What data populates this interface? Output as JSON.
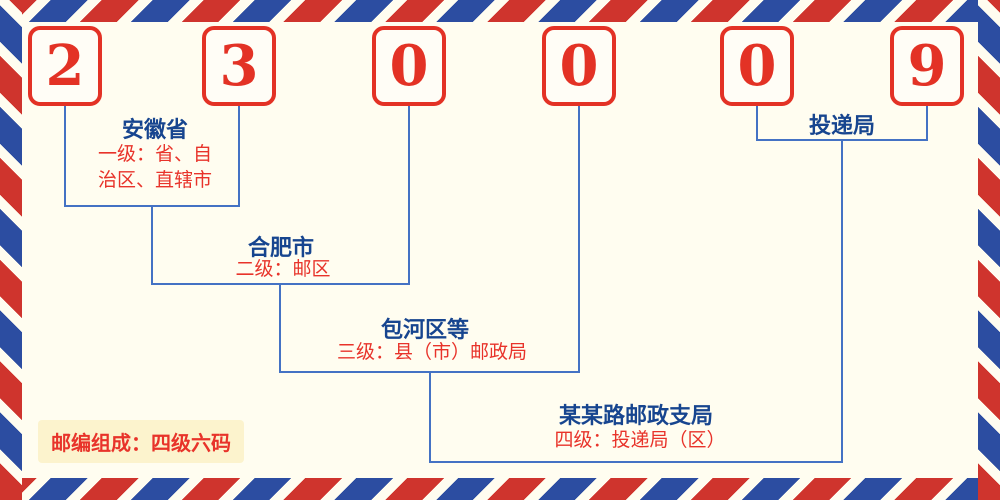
{
  "postal_code": {
    "digits": [
      "2",
      "3",
      "0",
      "0",
      "0",
      "9"
    ]
  },
  "levels": [
    {
      "name": "安徽省",
      "desc": "一级：省、自\n治区、直辖市"
    },
    {
      "name": "合肥市",
      "desc": "二级：邮区"
    },
    {
      "name": "包河区等",
      "desc": "三级：县（市）邮政局"
    },
    {
      "name": "某某路邮政支局",
      "desc": "四级：投递局（区）"
    },
    {
      "name": "投递局",
      "desc": ""
    }
  ],
  "footer": {
    "composition_label": "邮编组成：四级六码"
  },
  "colors": {
    "background": "#fffdf0",
    "digit_red": "#e33225",
    "label_blue": "#17458f",
    "desc_red": "#e8332a",
    "line_blue": "#4472c4",
    "stripe_red": "#cf342d",
    "stripe_blue": "#2c4da1",
    "badge_bg": "#fcf3cd"
  }
}
